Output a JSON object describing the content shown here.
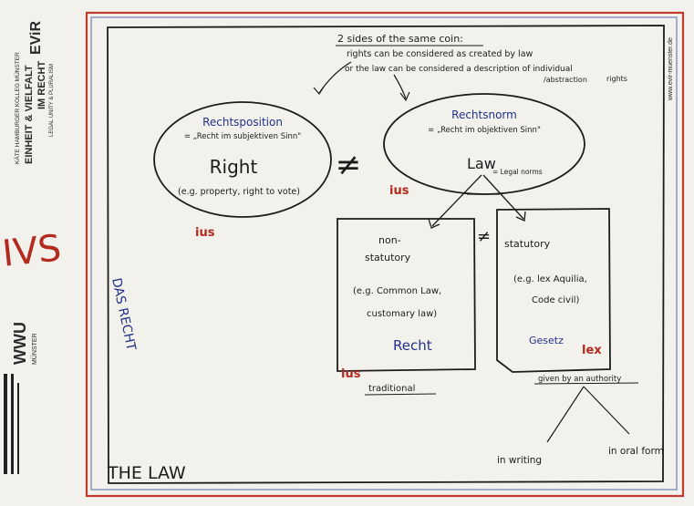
{
  "colors": {
    "paper": "#f2f1ec",
    "ink_black": "#1c1c1c",
    "ink_blue": "#23318a",
    "ink_red": "#b32a1f",
    "frame_red": "#c23a2e",
    "frame_blue": "#7a86b8"
  },
  "top_note": {
    "line1": "2 sides of the same coin:",
    "line2": "rights can be considered as created by law",
    "line3": "or the law can be considered a description of individual",
    "line4": "/abstraction",
    "line5": "rights"
  },
  "left_oval": {
    "title": "Rechtsposition",
    "subtitle": "= „Recht im subjektiven Sinn\"",
    "main": "Right",
    "example": "(e.g. property, right to vote)",
    "latin": "ius"
  },
  "not_equal_big": "≠",
  "right_oval": {
    "title": "Rechtsnorm",
    "subtitle": "= „Recht im objektiven Sinn\"",
    "main": "Law",
    "main_note": "= Legal norms",
    "latin": "ius"
  },
  "left_box": {
    "line1": "non-",
    "line2": "statutory",
    "example1": "(e.g. Common Law,",
    "example2": "customary law)",
    "german": "Recht",
    "latin": "ius",
    "below": "traditional"
  },
  "not_equal_small": "≠",
  "right_box": {
    "line1": "statutory",
    "example1": "(e.g. lex Aquilia,",
    "example2": "Code civil)",
    "german": "Gesetz",
    "latin": "lex",
    "below": "given by an authority"
  },
  "branches": {
    "left": "in writing",
    "right": "in oral form"
  },
  "side_labels": {
    "das_recht": "DAS RECHT",
    "the_law": "THE LAW",
    "ivs": "IVS"
  },
  "left_margin": {
    "line1": "KÄTE HAMBURGER KOLLEG MÜNSTER",
    "line2": "EINHEIT & VIELFALT",
    "line3": "IM RECHT",
    "line4": "LEGAL UNITY & PLURALISM",
    "logo": "EViR",
    "wwu": "WWU",
    "wwu_sub": "MÜNSTER"
  },
  "right_margin": {
    "url": "www.evir-muenster.de"
  }
}
